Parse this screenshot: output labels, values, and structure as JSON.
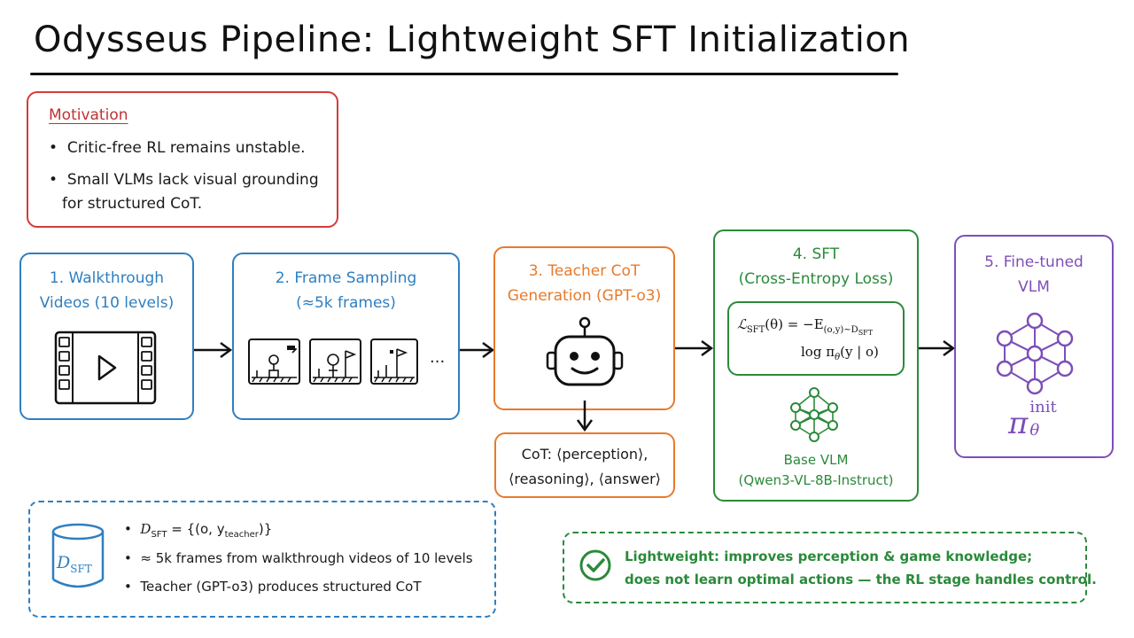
{
  "title": "Odysseus Pipeline: Lightweight SFT Initialization",
  "motivation": {
    "heading": "Motivation",
    "bullets": [
      "Critic-free RL remains unstable.",
      "Small VLMs lack visual grounding",
      "for structured CoT."
    ]
  },
  "steps": {
    "s1": {
      "line1": "1. Walkthrough",
      "line2": "Videos (10 levels)"
    },
    "s2": {
      "line1": "2. Frame Sampling",
      "line2": "(≈5k frames)",
      "ellipsis": "..."
    },
    "s3": {
      "line1": "3. Teacher CoT",
      "line2": "Generation (GPT-o3)"
    },
    "s4": {
      "line1": "4. SFT",
      "line2": "(Cross-Entropy Loss)",
      "base_label": "Base VLM",
      "base_model": "(Qwen3-VL-8B-Instruct)"
    },
    "s5": {
      "line1": "5. Fine-tuned",
      "line2": "VLM",
      "policy_symbol": "π",
      "policy_sup": "init",
      "policy_sub": "θ"
    }
  },
  "cot": {
    "line1": "CoT: ⟨perception⟩,",
    "line2": "⟨reasoning⟩, ⟨answer⟩"
  },
  "formula": {
    "lhs": "ℒ",
    "lhs_sub": "SFT",
    "mid": "(θ) = −E",
    "mid_sub": "(o,y)~D",
    "mid_sub2": "SFT",
    "line2": "log π",
    "line2_sub": "θ",
    "line2_tail": "(y | o)"
  },
  "dataset": {
    "cyl_label": "D",
    "cyl_sub": "SFT",
    "b1_pre": "D",
    "b1_sub": "SFT",
    "b1_mid": " = {(o, y",
    "b1_sub2": "teacher",
    "b1_post": ")}",
    "b2": "≈ 5k frames from walkthrough videos of 10 levels",
    "b3": "Teacher (GPT-o3) produces structured CoT"
  },
  "note": {
    "line1": "Lightweight: improves perception & game knowledge;",
    "line2": "does not learn optimal actions — the RL stage handles control."
  },
  "colors": {
    "blue": "#2e7fc1",
    "orange": "#e87a2a",
    "green": "#2a8a3a",
    "purple": "#7d4fb8",
    "red": "#d23b3b"
  },
  "icons": [
    "video-film-icon",
    "game-frame-icon",
    "robot-icon",
    "neural-network-icon",
    "database-cylinder-icon",
    "check-circle-icon",
    "arrow-right-icon",
    "arrow-down-icon"
  ]
}
